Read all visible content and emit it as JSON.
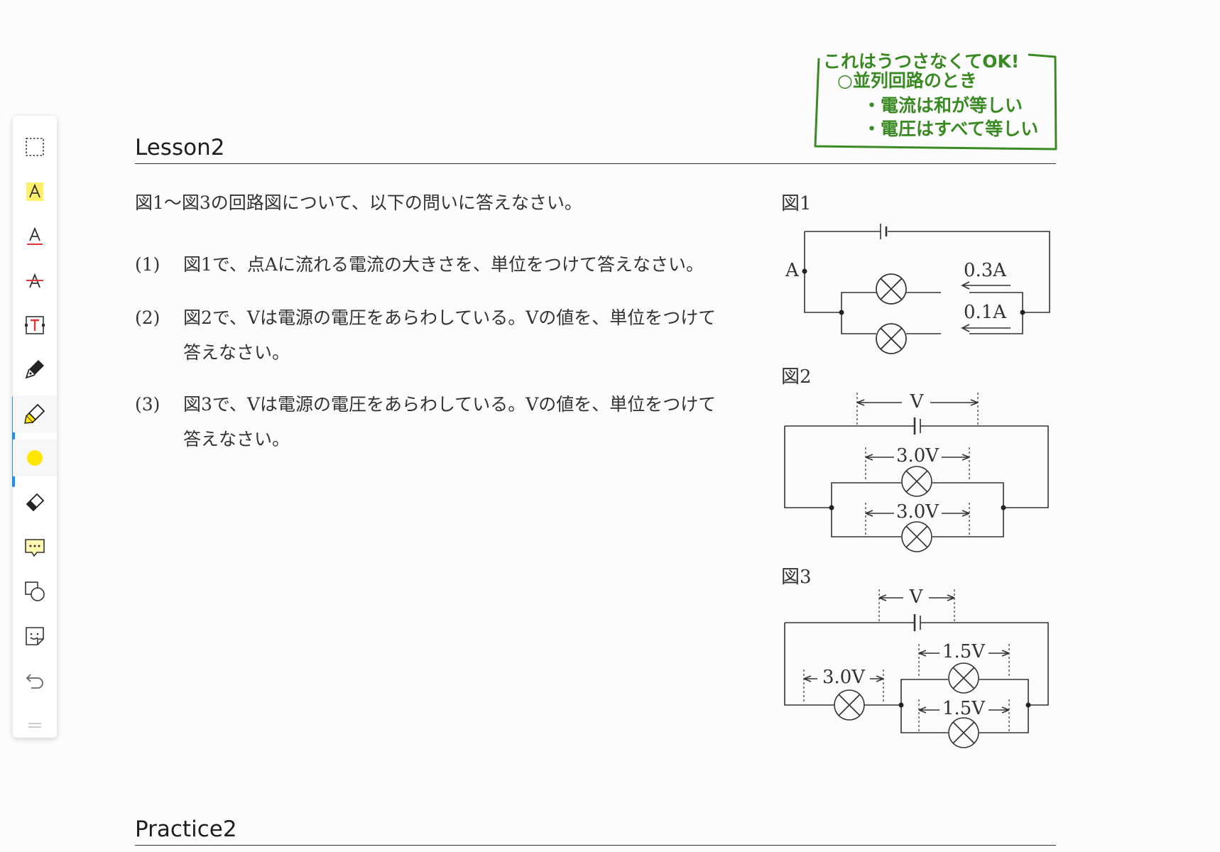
{
  "note": {
    "line1": "これはうつさなくてOK!",
    "line2": "○並列回路のとき",
    "line3": "・電流は和が等しい",
    "line4": "・電圧はすべて等しい",
    "color": "#3a8a23"
  },
  "lesson": {
    "title": "Lesson2",
    "intro": "図1〜図3の回路図について、以下の問いに答えなさい。",
    "questions": [
      {
        "num": "(1)",
        "line1": "図1で、点Aに流れる電流の大きさを、単位をつけて答えなさい。",
        "line2": ""
      },
      {
        "num": "(2)",
        "line1": "図2で、Vは電源の電圧をあらわしている。Vの値を、単位をつけて",
        "line2": "答えなさい。"
      },
      {
        "num": "(3)",
        "line1": "図3で、Vは電源の電圧をあらわしている。Vの値を、単位をつけて",
        "line2": "答えなさい。"
      }
    ]
  },
  "figures": {
    "fig1": {
      "label": "図1",
      "point_label": "A",
      "current_top": "0.3A",
      "current_bottom": "0.1A"
    },
    "fig2": {
      "label": "図2",
      "source_v": "V",
      "lamp_top_v": "3.0V",
      "lamp_bottom_v": "3.0V"
    },
    "fig3": {
      "label": "図3",
      "source_v": "V",
      "lamp_left_v": "3.0V",
      "lamp_top_v": "1.5V",
      "lamp_bottom_v": "1.5V"
    }
  },
  "practice": {
    "title": "Practice2"
  },
  "toolbar": {
    "tools": [
      "select-icon",
      "highlight-text-icon",
      "underline-text-icon",
      "strikethrough-text-icon",
      "text-box-icon",
      "pen-icon",
      "highlighter-icon",
      "color-swatch-icon",
      "eraser-icon",
      "comment-icon",
      "shape-icon",
      "sticker-icon",
      "undo-icon",
      "more-handle-icon"
    ],
    "active_tool": "highlighter-icon",
    "active_color": "#ffe600",
    "accent": "#1f8ef1"
  }
}
